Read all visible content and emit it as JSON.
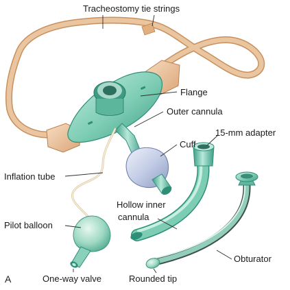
{
  "figure_letter": "A",
  "labels": {
    "tie_strings": "Tracheostomy tie strings",
    "flange": "Flange",
    "outer_cannula": "Outer cannula",
    "adapter": "15-mm adapter",
    "cuff": "Cuff",
    "inflation_tube": "Inflation tube",
    "hollow_inner_line1": "Hollow inner",
    "hollow_inner_line2": "cannula",
    "pilot_balloon": "Pilot balloon",
    "obturator": "Obturator",
    "one_way_valve": "One-way valve",
    "rounded_tip": "Rounded tip"
  },
  "colors": {
    "tie_string": "#e9c39b",
    "tie_string_edge": "#c98f5d",
    "device_green": "#6fc7ad",
    "device_green_dark": "#2e8f78",
    "device_green_light": "#bfe9dc",
    "cuff": "#c9d3ea",
    "obturator_dark": "#3e4f49"
  }
}
